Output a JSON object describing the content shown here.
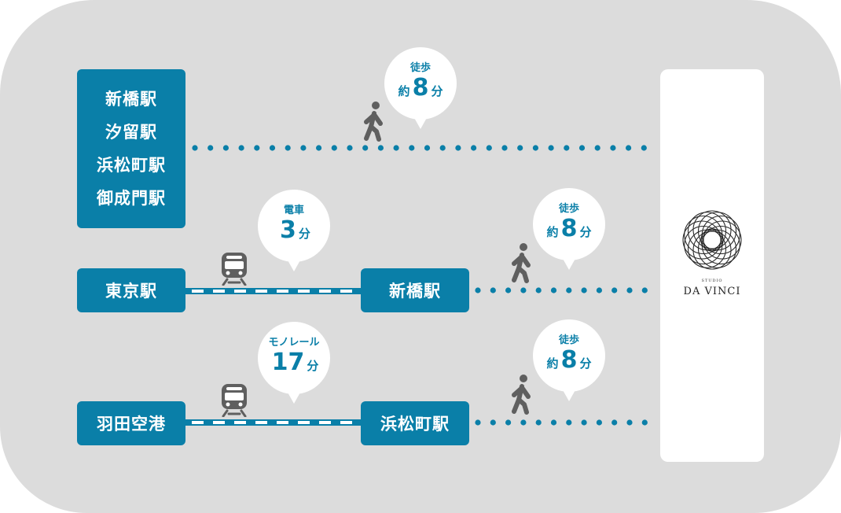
{
  "stations_top": [
    "新橋駅",
    "汐留駅",
    "浜松町駅",
    "御成門駅"
  ],
  "route1": {
    "walk": {
      "label": "徒歩",
      "prefix": "約",
      "number": "8",
      "unit": "分"
    }
  },
  "route2": {
    "origin": "東京駅",
    "transfer": "新橋駅",
    "train": {
      "label": "電車",
      "prefix": "",
      "number": "3",
      "unit": "分"
    },
    "walk": {
      "label": "徒歩",
      "prefix": "約",
      "number": "8",
      "unit": "分"
    }
  },
  "route3": {
    "origin": "羽田空港",
    "transfer": "浜松町駅",
    "train": {
      "label": "モノレール",
      "prefix": "",
      "number": "17",
      "unit": "分"
    },
    "walk": {
      "label": "徒歩",
      "prefix": "約",
      "number": "8",
      "unit": "分"
    }
  },
  "destination": {
    "line1": "STUDIO",
    "line2": "DA VINCI"
  },
  "colors": {
    "primary": "#0a7fa8",
    "background": "#dcdcdc",
    "icon": "#5f5f5f"
  },
  "icons": [
    "walker-icon",
    "train-icon",
    "studio-logo"
  ]
}
